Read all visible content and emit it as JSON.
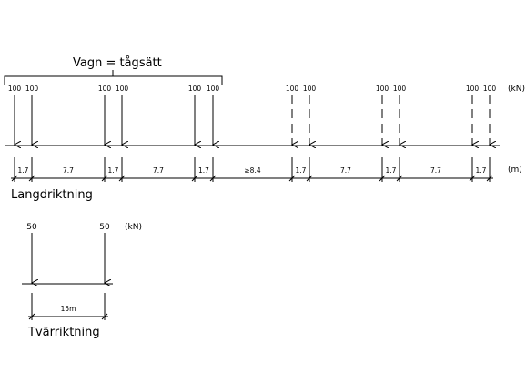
{
  "vagn_label": "Vagn = tågsätt",
  "unit_kn": "(kN)",
  "unit_m": "(m)",
  "langd": {
    "title": "Langdriktning",
    "loads": [
      "100",
      "100",
      "100",
      "100",
      "100",
      "100",
      "100",
      "100",
      "100",
      "100",
      "100",
      "100"
    ],
    "load_style": [
      "solid",
      "solid",
      "solid",
      "solid",
      "solid",
      "solid",
      "dashed",
      "dashed",
      "dashed",
      "dashed",
      "dashed",
      "dashed"
    ],
    "spacings": [
      "1.7",
      "7.7",
      "1.7",
      "7.7",
      "1.7",
      "≥8.4",
      "1.7",
      "7.7",
      "1.7",
      "7.7",
      "1.7"
    ]
  },
  "tvar": {
    "title": "Tvärriktning",
    "loads": [
      "50",
      "50"
    ],
    "unit_kn": "(kN)",
    "spacing": "15m"
  }
}
